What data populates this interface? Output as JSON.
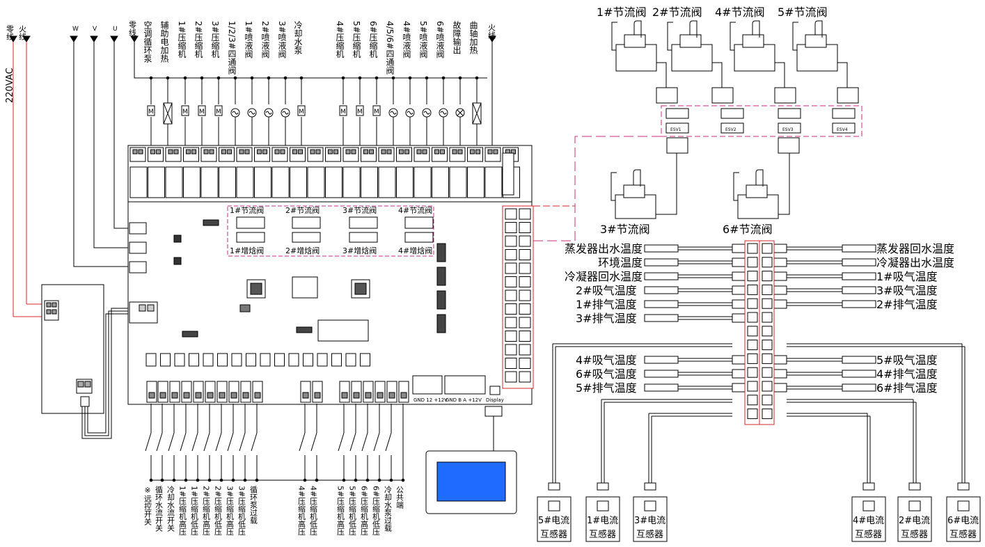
{
  "left_supply": {
    "voltage": "220VAC",
    "neutral": "零线",
    "live": "火线",
    "phases": [
      "W",
      "V",
      "U"
    ]
  },
  "top_outputs": {
    "neutral": "零线",
    "live": "火线",
    "items": [
      "空调循环泵",
      "辅助电加热",
      "1#压缩机",
      "2#压缩机",
      "3#压缩机",
      "1/2/3#四通阀",
      "1#喷液阀",
      "2#喷液阀",
      "3#喷液阀",
      "冷却水泵",
      "4#压缩机",
      "5#压缩机",
      "6#压缩机",
      "4/5/6#四通阀",
      "4#喷液阀",
      "5#喷液阀",
      "6#喷液阀",
      "故障输出",
      "曲轴加热"
    ]
  },
  "valves_top": [
    "1#节流阀",
    "2#节流阀",
    "4#节流阀",
    "5#节流阀"
  ],
  "valves_bottom": [
    "3#节流阀",
    "6#节流阀"
  ],
  "valve_connectors": [
    "ESV1",
    "ESV2",
    "ESV3",
    "ESV4"
  ],
  "board_labels": {
    "valve_blocks": [
      "1#节流阀",
      "2#节流阀",
      "3#节流阀",
      "4#节流阀"
    ],
    "enthalpy_blocks": [
      "1#增焓阀",
      "2#增焓阀",
      "3#增焓阀",
      "4#增焓阀"
    ],
    "display_port": "Display",
    "terminal_text": "GND 12 +12V",
    "terminal_text2": "GND B A +12V"
  },
  "sensors_left": [
    "蒸发器出水温度",
    "环境温度",
    "冷凝器回水温度",
    "2#吸气温度",
    "1#排气温度",
    "3#排气温度"
  ],
  "sensors_right": [
    "蒸发器回水温度",
    "冷凝器出水温度",
    "1#吸气温度",
    "3#吸气温度",
    "2#排气温度"
  ],
  "sensors_left2": [
    "4#吸气温度",
    "6#吸气温度",
    "5#排气温度"
  ],
  "sensors_right2": [
    "5#吸气温度",
    "4#排气温度",
    "6#排气温度"
  ],
  "current_sensors": [
    {
      "line1": "5#电流",
      "line2": "互感器"
    },
    {
      "line1": "1#电流",
      "line2": "互感器"
    },
    {
      "line1": "3#电流",
      "line2": "互感器"
    },
    {
      "line1": "4#电流",
      "line2": "互感器"
    },
    {
      "line1": "2#电流",
      "line2": "互感器"
    },
    {
      "line1": "6#电流",
      "line2": "互感器"
    }
  ],
  "inputs_group1": [
    "※远控开关",
    "循环水流开关",
    "冷却水流开关",
    "1#压缩机高压",
    "1#压缩机低压",
    "2#压缩机高压",
    "2#压缩机低压",
    "3#压缩机高压",
    "3#压缩机低压",
    "循环泵过载"
  ],
  "inputs_group2": [
    "4#压缩机高压",
    "4#压缩机低压"
  ],
  "inputs_group3": [
    "5#压缩机高压",
    "5#压缩机低压",
    "6#压缩机高压",
    "6#压缩机低压",
    "冷却水泵过载",
    "公共端"
  ],
  "colors": {
    "screen": "#1f6bff",
    "magenta": "#cc2a8a",
    "red": "#d9252a"
  }
}
